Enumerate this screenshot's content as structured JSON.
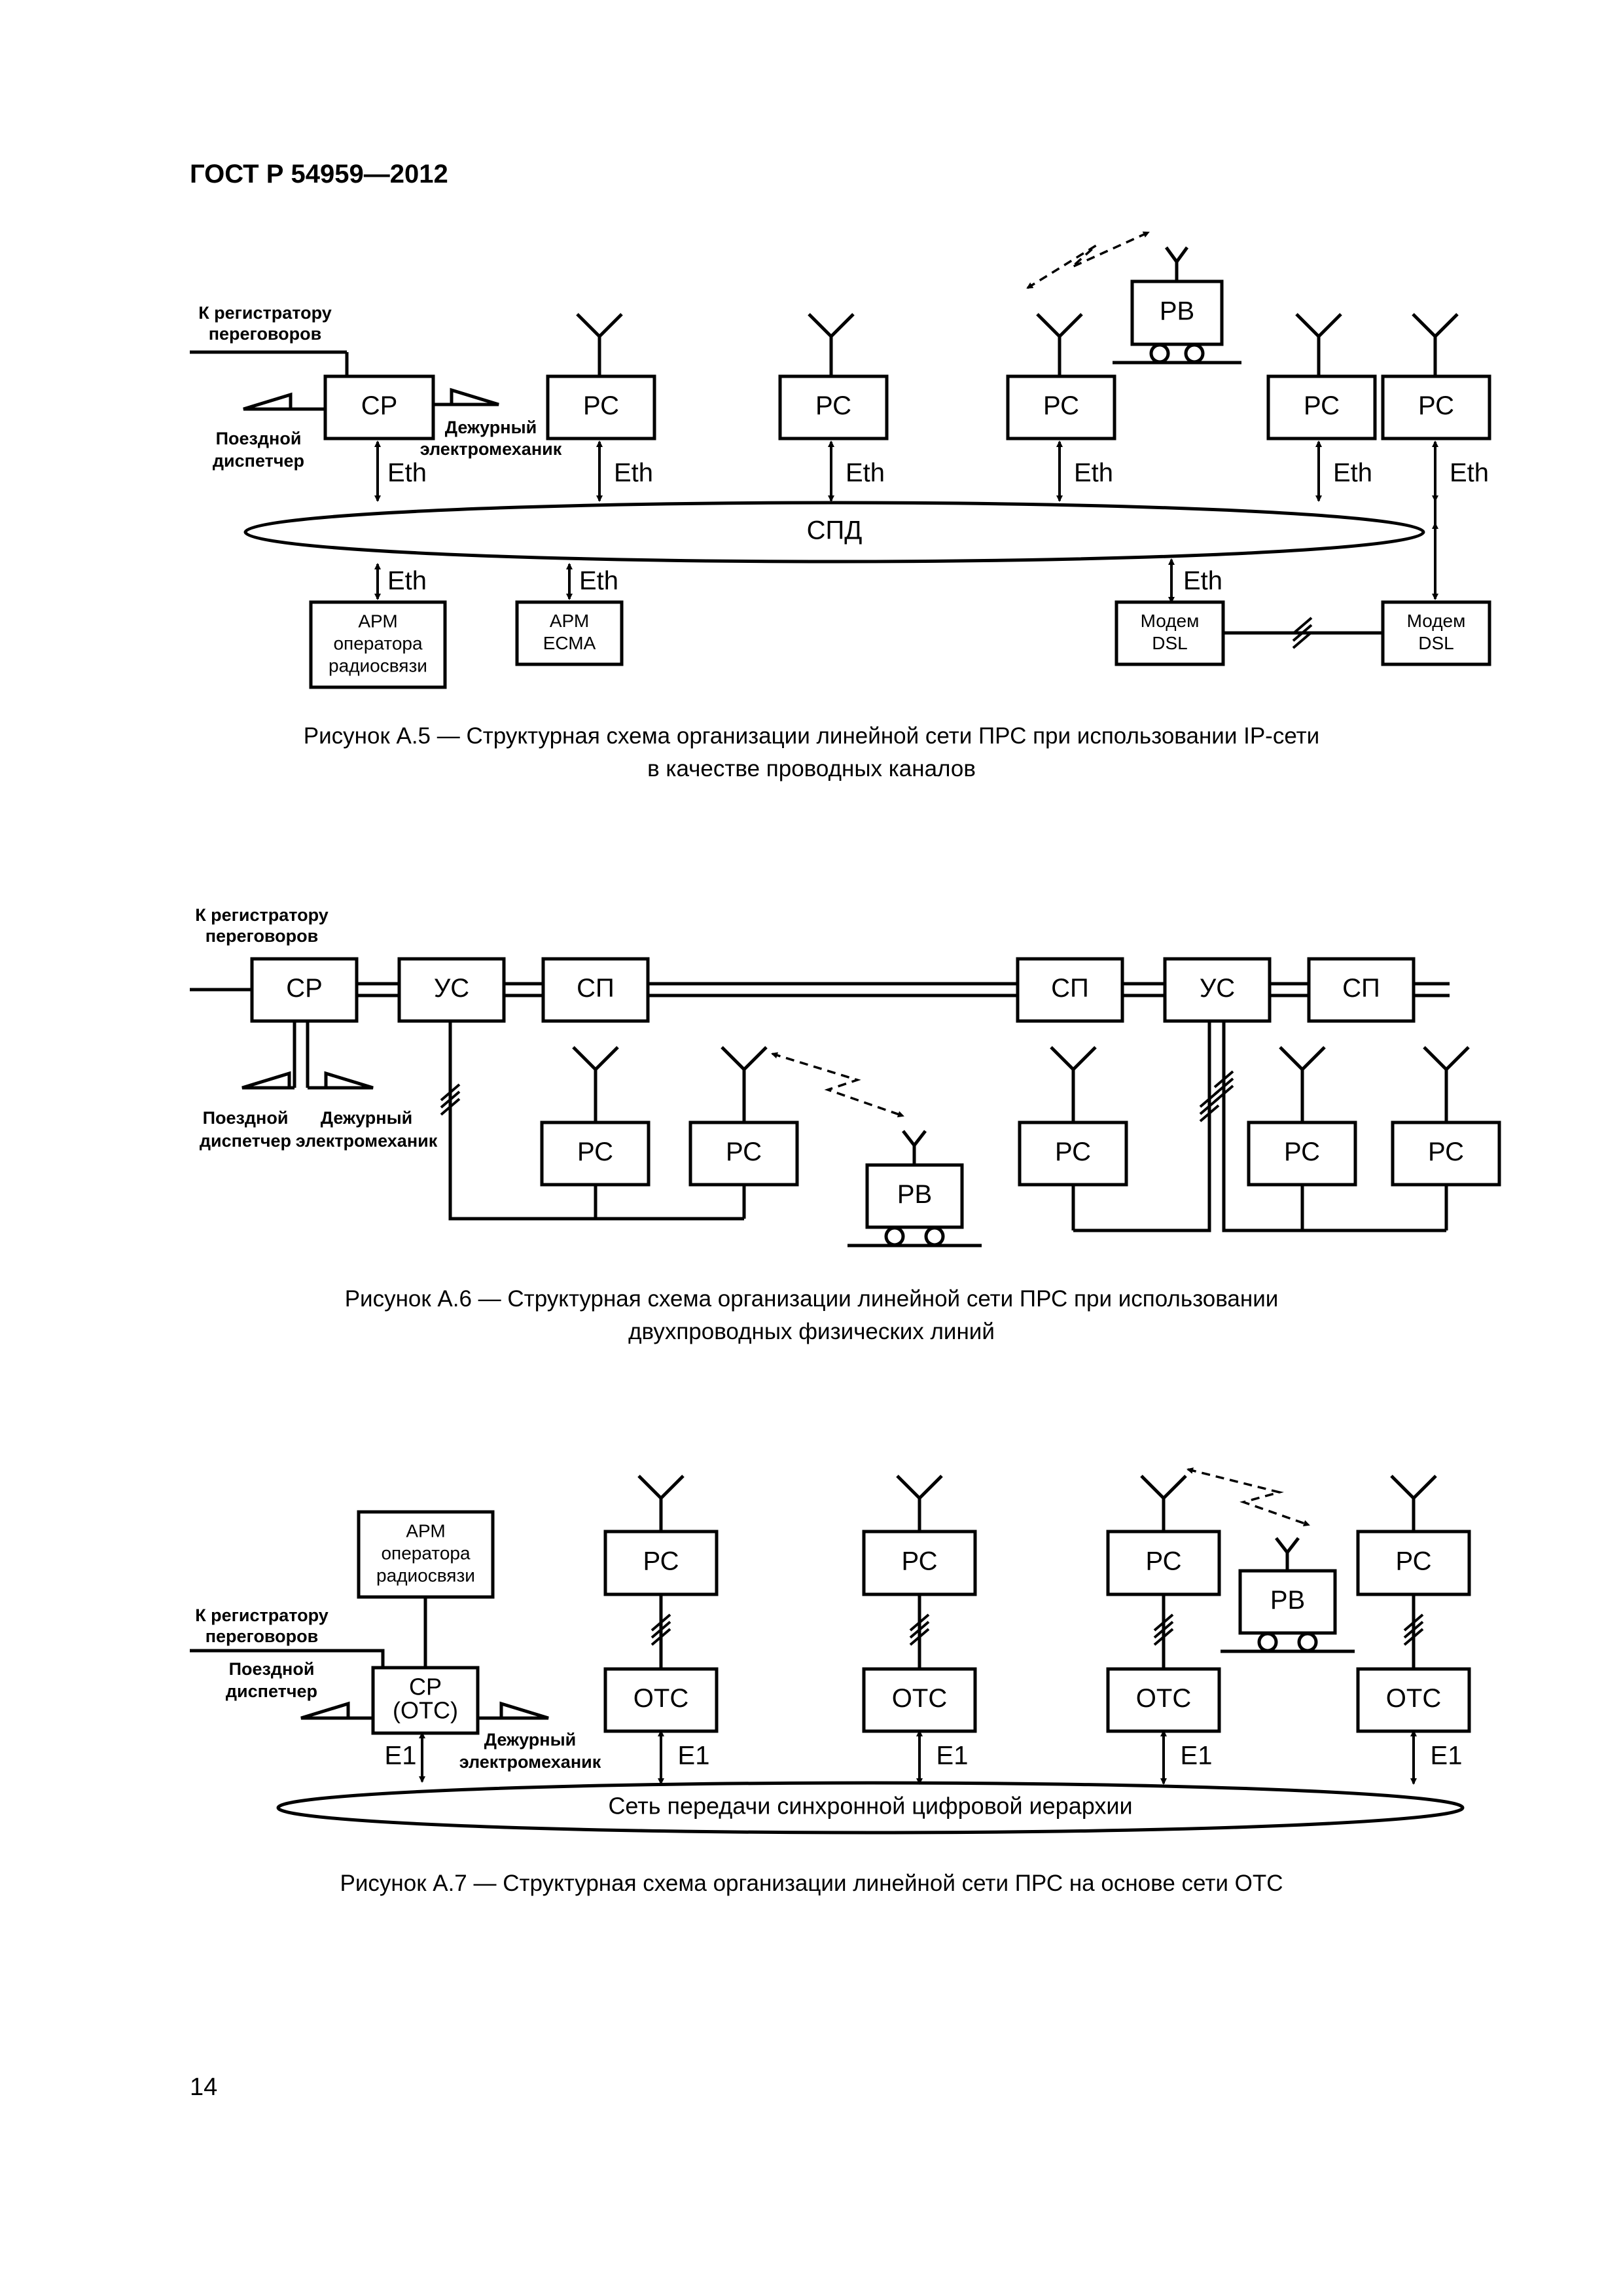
{
  "header": {
    "standard": "ГОСТ Р 54959—2012",
    "page_number": "14"
  },
  "fig_a5": {
    "recorder_line1": "К регистратору",
    "recorder_line2": "переговоров",
    "cp": "СР",
    "dispatcher_line1": "Поездной",
    "dispatcher_line2": "диспетчер",
    "electromech_line1": "Дежурный",
    "electromech_line2": "электромеханик",
    "rs": "РС",
    "rv": "РВ",
    "eth": "Eth",
    "network": "СПД",
    "arm_op_line1": "АРМ",
    "arm_op_line2": "оператора",
    "arm_op_line3": "радиосвязи",
    "arm_ecma_line1": "АРМ",
    "arm_ecma_line2": "ЕСМА",
    "modem_line1": "Модем",
    "modem_line2": "DSL",
    "caption_line1": "Рисунок  А.5 — Структурная схема организации линейной сети ПРС при использовании IP-сети",
    "caption_line2": "в качестве проводных каналов"
  },
  "fig_a6": {
    "recorder_line1": "К регистратору",
    "recorder_line2": "переговоров",
    "cp": "СР",
    "us": "УС",
    "sp": "СП",
    "rs": "РС",
    "rv": "РВ",
    "dispatcher_line1": "Поездной",
    "dispatcher_line2": "диспетчер",
    "electromech_line1": "Дежурный",
    "electromech_line2": "электромеханик",
    "caption_line1": "Рисунок  А.6 — Структурная схема организации линейной сети ПРС при использовании",
    "caption_line2": "двухпроводных физических линий"
  },
  "fig_a7": {
    "arm_line1": "АРМ",
    "arm_line2": "оператора",
    "arm_line3": "радиосвязи",
    "recorder_line1": "К регистратору",
    "recorder_line2": "переговоров",
    "dispatcher_line1": "Поездной",
    "dispatcher_line2": "диспетчер",
    "cp_line1": "СР",
    "cp_line2": "(ОТС)",
    "electromech_line1": "Дежурный",
    "electromech_line2": "электромеханик",
    "rs": "РС",
    "rv": "РВ",
    "ots": "ОТС",
    "e1": "E1",
    "network": "Сеть передачи синхронной цифровой иерархии",
    "caption": "Рисунок  А.7 — Структурная схема организации линейной сети ПРС на основе сети ОТС"
  }
}
